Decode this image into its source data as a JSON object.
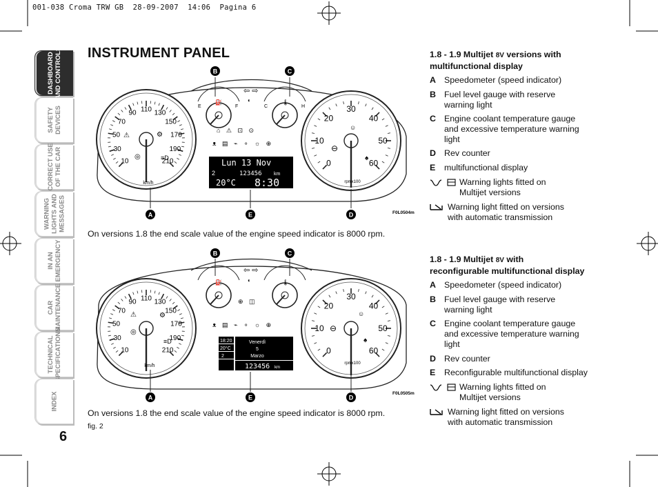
{
  "header_line": "001-038 Croma TRW GB  28-09-2007  14:06  Pagina 6",
  "tabs": [
    {
      "label": "DASHBOARD\nAND CONTROLS",
      "active": true
    },
    {
      "label": "SAFETY\nDEVICES",
      "active": false
    },
    {
      "label": "CORRECT USE\nOF THE CAR",
      "active": false
    },
    {
      "label": "WARNING\nLIGHTS AND\nMESSAGES",
      "active": false
    },
    {
      "label": "IN AN\nEMERGENCY",
      "active": false
    },
    {
      "label": "CAR\nMAINTENANCE",
      "active": false
    },
    {
      "label": "TECHNICAL\nSPECIFICATIONS",
      "active": false
    },
    {
      "label": "INDEX",
      "active": false
    }
  ],
  "page_number": "6",
  "title": "INSTRUMENT PANEL",
  "panel1": {
    "code": "F0L0504m",
    "speed_ticks": [
      "10",
      "30",
      "50",
      "70",
      "90",
      "110",
      "130",
      "150",
      "170",
      "190",
      "210"
    ],
    "speed_unit": "km/h",
    "rev_ticks": [
      "0",
      "10",
      "20",
      "30",
      "40",
      "50",
      "60"
    ],
    "rev_unit": "rpmx100",
    "fuel_labels": [
      "E",
      "F"
    ],
    "temp_labels": [
      "C",
      "H"
    ],
    "display_line1": "Lun 13 Nov",
    "display_odo": "123456",
    "display_odo_unit": "km",
    "display_gear": "2",
    "display_temp": "20°C",
    "display_time": "8:30",
    "letters": [
      "A",
      "B",
      "C",
      "D",
      "E"
    ],
    "caption": "On versions 1.8 the end scale value of the engine speed indicator is 8000 rpm."
  },
  "panel2": {
    "code": "F0L0505m",
    "speed_ticks": [
      "10",
      "30",
      "50",
      "70",
      "90",
      "110",
      "130",
      "150",
      "170",
      "190",
      "210"
    ],
    "speed_unit": "km/h",
    "rev_ticks": [
      "0",
      "10",
      "20",
      "30",
      "40",
      "50",
      "60"
    ],
    "rev_unit": "rpmx100",
    "display_time": "18:20",
    "display_temp": "20°C",
    "display_gear": "2",
    "display_day": "Venerdì",
    "display_date": "5",
    "display_month": "Marzo",
    "display_odo": "123456",
    "display_odo_unit": "km",
    "letters": [
      "A",
      "B",
      "C",
      "D",
      "E"
    ],
    "caption": "On versions 1.8 the end scale value of the engine speed indicator is 8000 rpm."
  },
  "fig_label": "fig. 2",
  "section1": {
    "heading_pre": "1.8 - 1.9 Multijet ",
    "heading_sc": "8V",
    "heading_post1": " versions with",
    "heading_line2": "multifunctional display",
    "items": [
      {
        "key": "A",
        "text": "Speedometer (speed indicator)"
      },
      {
        "key": "B",
        "text": "Fuel level gauge with reserve\nwarning light"
      },
      {
        "key": "C",
        "text": "Engine coolant temperature gauge\nand excessive temperature warning\nlight"
      },
      {
        "key": "D",
        "text": "Rev counter"
      },
      {
        "key": "E",
        "text": "multifunctional display"
      }
    ],
    "note1": "Warning lights fitted on\nMultijet versions",
    "note2": "Warning light fitted on versions\nwith automatic transmission"
  },
  "section2": {
    "heading_pre": "1.8 - 1.9 Multijet ",
    "heading_sc": "8V",
    "heading_post1": " with",
    "heading_line2": "reconfigurable multifunctional display",
    "items": [
      {
        "key": "A",
        "text": "Speedometer (speed indicator)"
      },
      {
        "key": "B",
        "text": "Fuel level gauge with reserve\nwarning light"
      },
      {
        "key": "C",
        "text": "Engine coolant temperature gauge\nand excessive temperature warning\nlight"
      },
      {
        "key": "D",
        "text": "Rev counter"
      },
      {
        "key": "E",
        "text": "Reconfigurable multifunctional display"
      }
    ],
    "note1": "Warning lights fitted on\nMultijet versions",
    "note2": "Warning light fitted on versions\nwith automatic transmission"
  }
}
